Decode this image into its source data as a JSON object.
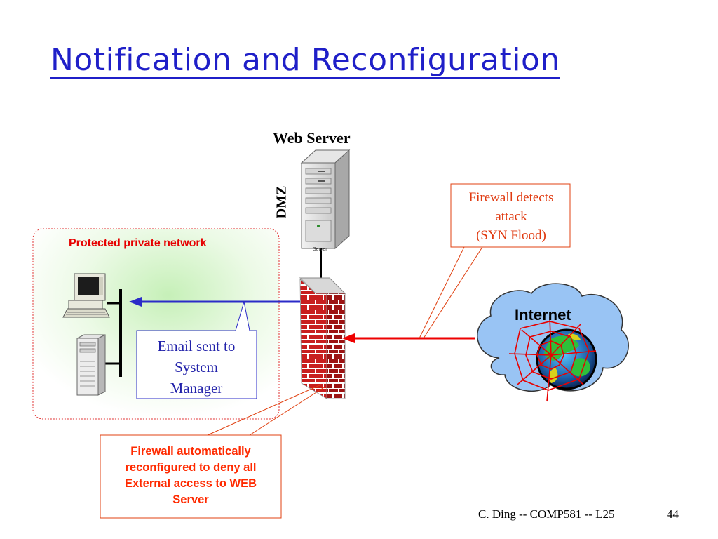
{
  "slide": {
    "title": "Notification and Reconfiguration"
  },
  "diagram": {
    "web_server_label": "Web Server",
    "dmz_label": "DMZ",
    "server_caption": "Server",
    "protected_network_label": "Protected private network",
    "internet_label": "Internet",
    "callouts": {
      "email_lines": [
        "Email sent to",
        "System",
        "Manager"
      ],
      "detect_lines": [
        "Firewall detects",
        "attack",
        "(SYN Flood)"
      ],
      "reconfig_lines": [
        "Firewall automatically",
        "reconfigured to deny all",
        "External access to WEB",
        "Server"
      ]
    }
  },
  "footer": {
    "credit": "C. Ding -- COMP581 -- L25",
    "page_number": "44"
  },
  "colors": {
    "title": "#1f1fc8",
    "protected_label": "#e60000",
    "notify_arrow": "#2b2bc8",
    "attack_arrow": "#ee0000",
    "firewall_brick": "#c81e1e",
    "cloud_fill": "#99c4f4",
    "web_strands": "#e80000"
  }
}
